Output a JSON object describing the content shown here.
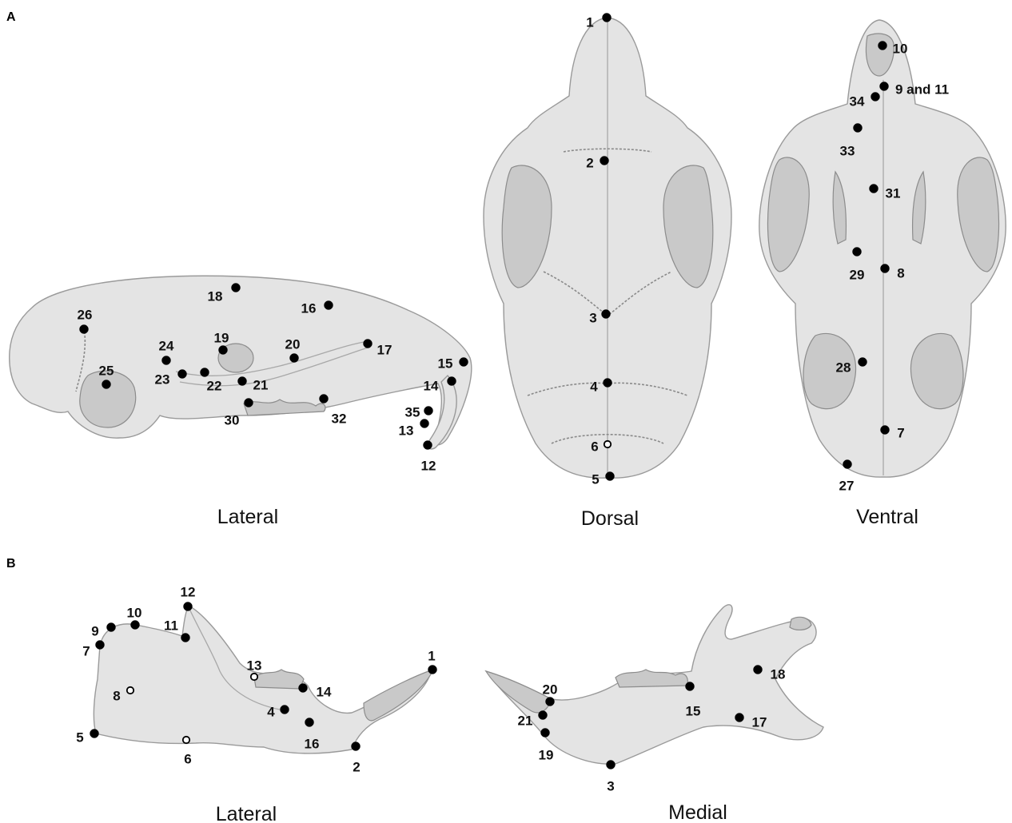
{
  "panels": [
    {
      "letter": "A"
    },
    {
      "letter": "B"
    }
  ],
  "views": {
    "skull_lateral": "Lateral",
    "skull_dorsal": "Dorsal",
    "skull_ventral": "Ventral",
    "mandible_lateral": "Lateral",
    "mandible_medial": "Medial"
  },
  "landmark_style": {
    "filled_color": "#000000",
    "open_color": "#ffffff",
    "bone_color": "#e4e4e4"
  },
  "landmarks": {
    "skull_lateral": [
      {
        "label": "26",
        "open": false
      },
      {
        "label": "25",
        "open": false
      },
      {
        "label": "24",
        "open": false
      },
      {
        "label": "23",
        "open": false
      },
      {
        "label": "22",
        "open": false
      },
      {
        "label": "19",
        "open": false
      },
      {
        "label": "18",
        "open": false
      },
      {
        "label": "21",
        "open": false
      },
      {
        "label": "30",
        "open": false
      },
      {
        "label": "20",
        "open": false
      },
      {
        "label": "32",
        "open": false
      },
      {
        "label": "16",
        "open": false
      },
      {
        "label": "17",
        "open": false
      },
      {
        "label": "15",
        "open": false
      },
      {
        "label": "14",
        "open": false
      },
      {
        "label": "35",
        "open": false
      },
      {
        "label": "13",
        "open": false
      },
      {
        "label": "12",
        "open": false
      }
    ],
    "skull_dorsal": [
      {
        "label": "1",
        "open": false
      },
      {
        "label": "2",
        "open": false
      },
      {
        "label": "3",
        "open": false
      },
      {
        "label": "4",
        "open": false
      },
      {
        "label": "6",
        "open": true
      },
      {
        "label": "5",
        "open": false
      }
    ],
    "skull_ventral": [
      {
        "label": "10",
        "open": false
      },
      {
        "label": "9 and 11",
        "open": false
      },
      {
        "label": "34",
        "open": false
      },
      {
        "label": "33",
        "open": false
      },
      {
        "label": "31",
        "open": false
      },
      {
        "label": "29",
        "open": false
      },
      {
        "label": "8",
        "open": false
      },
      {
        "label": "28",
        "open": false
      },
      {
        "label": "7",
        "open": false
      },
      {
        "label": "27",
        "open": false
      }
    ],
    "mandible_lateral": [
      {
        "label": "12",
        "open": false
      },
      {
        "label": "10",
        "open": false
      },
      {
        "label": "9",
        "open": false
      },
      {
        "label": "7",
        "open": false
      },
      {
        "label": "11",
        "open": false
      },
      {
        "label": "13",
        "open": true
      },
      {
        "label": "14",
        "open": false
      },
      {
        "label": "8",
        "open": true
      },
      {
        "label": "4",
        "open": false
      },
      {
        "label": "5",
        "open": false
      },
      {
        "label": "6",
        "open": true
      },
      {
        "label": "16",
        "open": false
      },
      {
        "label": "2",
        "open": false
      },
      {
        "label": "1",
        "open": false
      }
    ],
    "mandible_medial": [
      {
        "label": "20",
        "open": false
      },
      {
        "label": "21",
        "open": false
      },
      {
        "label": "19",
        "open": false
      },
      {
        "label": "3",
        "open": false
      },
      {
        "label": "15",
        "open": false
      },
      {
        "label": "18",
        "open": false
      },
      {
        "label": "17",
        "open": false
      }
    ]
  }
}
